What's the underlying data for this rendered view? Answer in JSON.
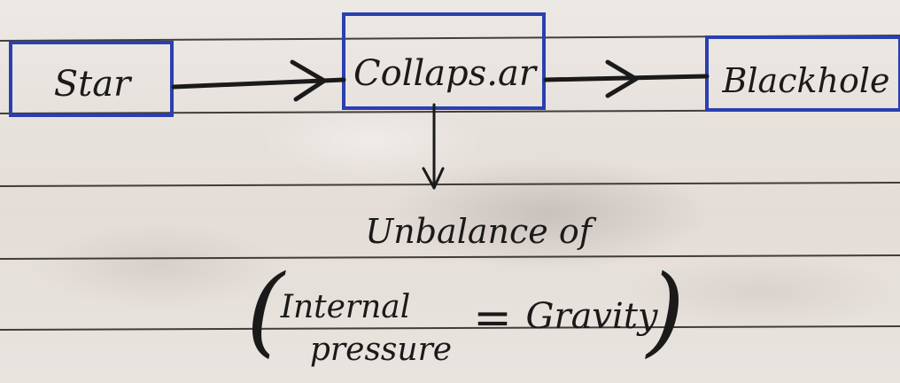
{
  "nodes": {
    "star": "Star",
    "collapse": "Collaps.ar",
    "blackhole": "Blackhole"
  },
  "annotation": {
    "line1": "Unbalance of",
    "internal": "Internal",
    "pressure": "pressure",
    "equals": "=",
    "gravity": "Gravity",
    "open_paren": "(",
    "close_paren": ")"
  },
  "colors": {
    "box_border": "#2a3fb0",
    "ink": "#1a1a1a",
    "rule_line": "#222222",
    "paper": "#e9e4df"
  }
}
